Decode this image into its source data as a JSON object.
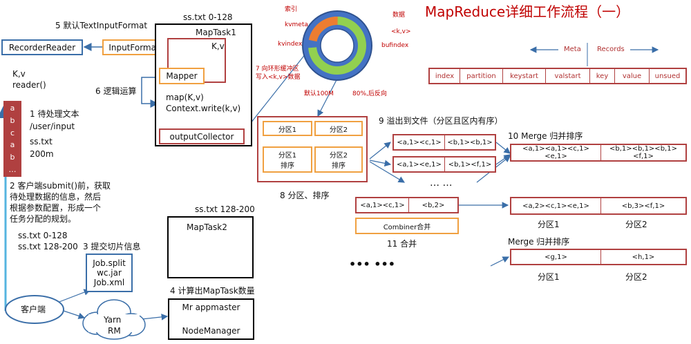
{
  "title": "MapReduce详细工作流程（一）",
  "client": {
    "step1": "1 待处理文本",
    "input_path": "/user/input",
    "file_name": "ss.txt",
    "file_size": "200m",
    "file_chars": [
      "a",
      "b",
      "c",
      "a",
      "b",
      "…"
    ],
    "step2_lines": [
      "2 客户端submit()前，获取",
      "待处理数据的信息，然后",
      "根据参数配置，形成一个",
      "任务分配的规划。"
    ],
    "split1": "ss.txt  0-128",
    "split2": "ss.txt  128-200",
    "step3": "3 提交切片信息",
    "job_files": [
      "Job.split",
      "wc.jar",
      "Job.xml"
    ],
    "client_label": "客户端",
    "yarn": [
      "Yarn",
      "RM"
    ],
    "step4": "4 计算出MapTask数量",
    "appmaster": "Mr appmaster",
    "nodemanager": "NodeManager"
  },
  "maptask1": {
    "split": "ss.txt 0-128",
    "label": "MapTask1",
    "kv": "K,v",
    "mapper": "Mapper",
    "map_call": "map(K,v)",
    "context_call": "Context.write(k,v)",
    "collector": "outputCollector"
  },
  "maptask2": {
    "split": "ss.txt 128-200",
    "label": "MapTask2"
  },
  "reader": {
    "step5": "5 默认TextInputFormat",
    "recorder_reader": "RecorderReader",
    "input_format": "InputFormat",
    "kv": "K,v",
    "reader_call": "reader()",
    "step6": "6 逻辑运算"
  },
  "buffer": {
    "index_label": "索引",
    "data_label": "数据",
    "kvmeta": "kvmeta",
    "kvindex": "kvindex",
    "kv_data": "<k,v>",
    "bufindex": "bufindex",
    "step7_lines": [
      "7 向环形缓冲区",
      "写入<k,v>数据"
    ],
    "default_size": "默认100M",
    "reverse": "80%,后反向"
  },
  "meta": {
    "meta_label": "Meta",
    "records_label": "Records",
    "fields": [
      "index",
      "partition",
      "keystart",
      "valstart",
      "key",
      "value",
      "unsued"
    ]
  },
  "partition_sort": {
    "p1": "分区1",
    "p2": "分区2",
    "p1_sort": [
      "分区1",
      "排序"
    ],
    "p2_sort": [
      "分区2",
      "排序"
    ],
    "step8": "8 分区、排序"
  },
  "spill": {
    "step9": "9 溢出到文件（分区且区内有序）",
    "file1": [
      "<a,1><c,1>",
      "<b,1><b,1>"
    ],
    "file2": [
      "<a,1><e,1>",
      "<b,1><f,1>"
    ],
    "dots": "… …"
  },
  "merge": {
    "step10": "10 Merge 归并排序",
    "merged": [
      "<a,1><a,1><c,1><e,1>",
      "<b,1><b,1><b,1><f,1>"
    ]
  },
  "combiner": {
    "row": [
      "<a,1><c,1>",
      "<b,2>"
    ],
    "label": "Combiner合并",
    "step11": "11 合并",
    "result": [
      "<a,2><c,1><e,1>",
      "<b,3><f,1>"
    ],
    "p1": "分区1",
    "p2": "分区2"
  },
  "merge2": {
    "label": "Merge 归并排序",
    "row": [
      "<g,1>",
      "<h,1>"
    ],
    "p1": "分区1",
    "p2": "分区2",
    "dots": "••• •••"
  },
  "colors": {
    "blue": "#3a6ea8",
    "red": "#b04040",
    "orange": "#f0a040",
    "title_red": "#c00000"
  }
}
